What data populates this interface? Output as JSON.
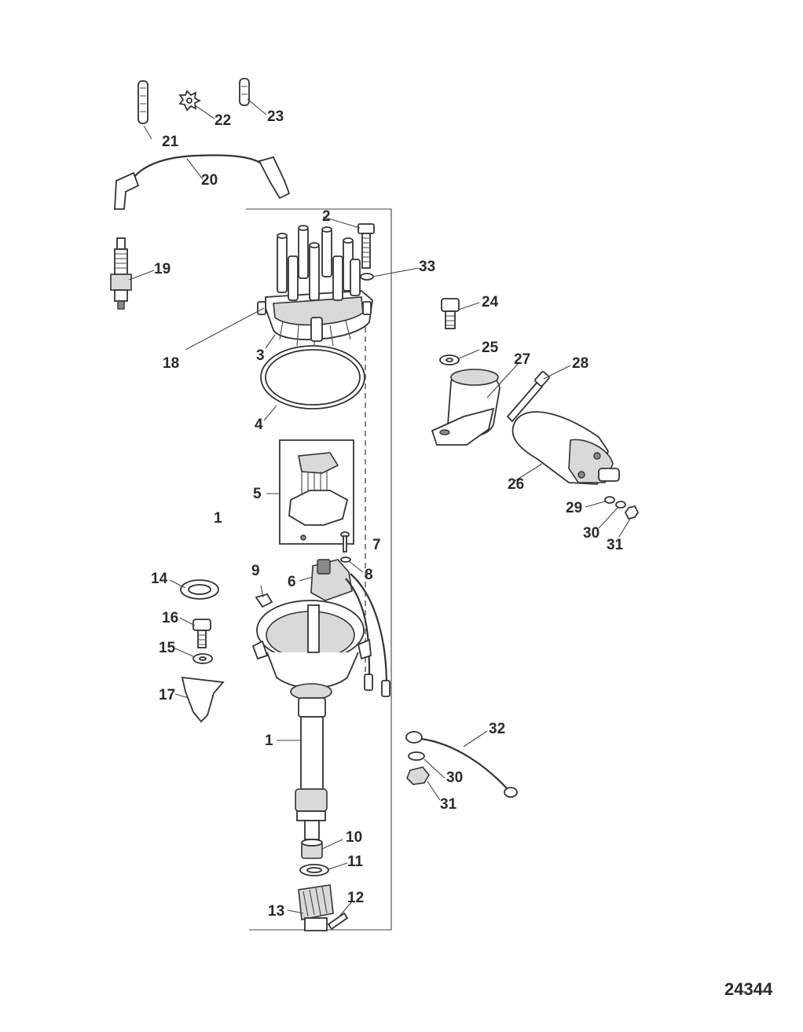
{
  "diagram": {
    "figure_number": "24344",
    "callouts": [
      {
        "id": "c1a",
        "label": "1"
      },
      {
        "id": "c1b",
        "label": "1"
      },
      {
        "id": "c2",
        "label": "2"
      },
      {
        "id": "c3",
        "label": "3"
      },
      {
        "id": "c4",
        "label": "4"
      },
      {
        "id": "c5",
        "label": "5"
      },
      {
        "id": "c6",
        "label": "6"
      },
      {
        "id": "c7",
        "label": "7"
      },
      {
        "id": "c8",
        "label": "8"
      },
      {
        "id": "c9",
        "label": "9"
      },
      {
        "id": "c10",
        "label": "10"
      },
      {
        "id": "c11",
        "label": "11"
      },
      {
        "id": "c12",
        "label": "12"
      },
      {
        "id": "c13",
        "label": "13"
      },
      {
        "id": "c14",
        "label": "14"
      },
      {
        "id": "c15",
        "label": "15"
      },
      {
        "id": "c16",
        "label": "16"
      },
      {
        "id": "c17",
        "label": "17"
      },
      {
        "id": "c18",
        "label": "18"
      },
      {
        "id": "c19",
        "label": "19"
      },
      {
        "id": "c20",
        "label": "20"
      },
      {
        "id": "c21",
        "label": "21"
      },
      {
        "id": "c22",
        "label": "22"
      },
      {
        "id": "c23",
        "label": "23"
      },
      {
        "id": "c24",
        "label": "24"
      },
      {
        "id": "c25",
        "label": "25"
      },
      {
        "id": "c26",
        "label": "26"
      },
      {
        "id": "c27",
        "label": "27"
      },
      {
        "id": "c28",
        "label": "28"
      },
      {
        "id": "c29",
        "label": "29"
      },
      {
        "id": "c30a",
        "label": "30"
      },
      {
        "id": "c30b",
        "label": "30"
      },
      {
        "id": "c31a",
        "label": "31"
      },
      {
        "id": "c31b",
        "label": "31"
      },
      {
        "id": "c32",
        "label": "32"
      },
      {
        "id": "c33",
        "label": "33"
      }
    ]
  }
}
